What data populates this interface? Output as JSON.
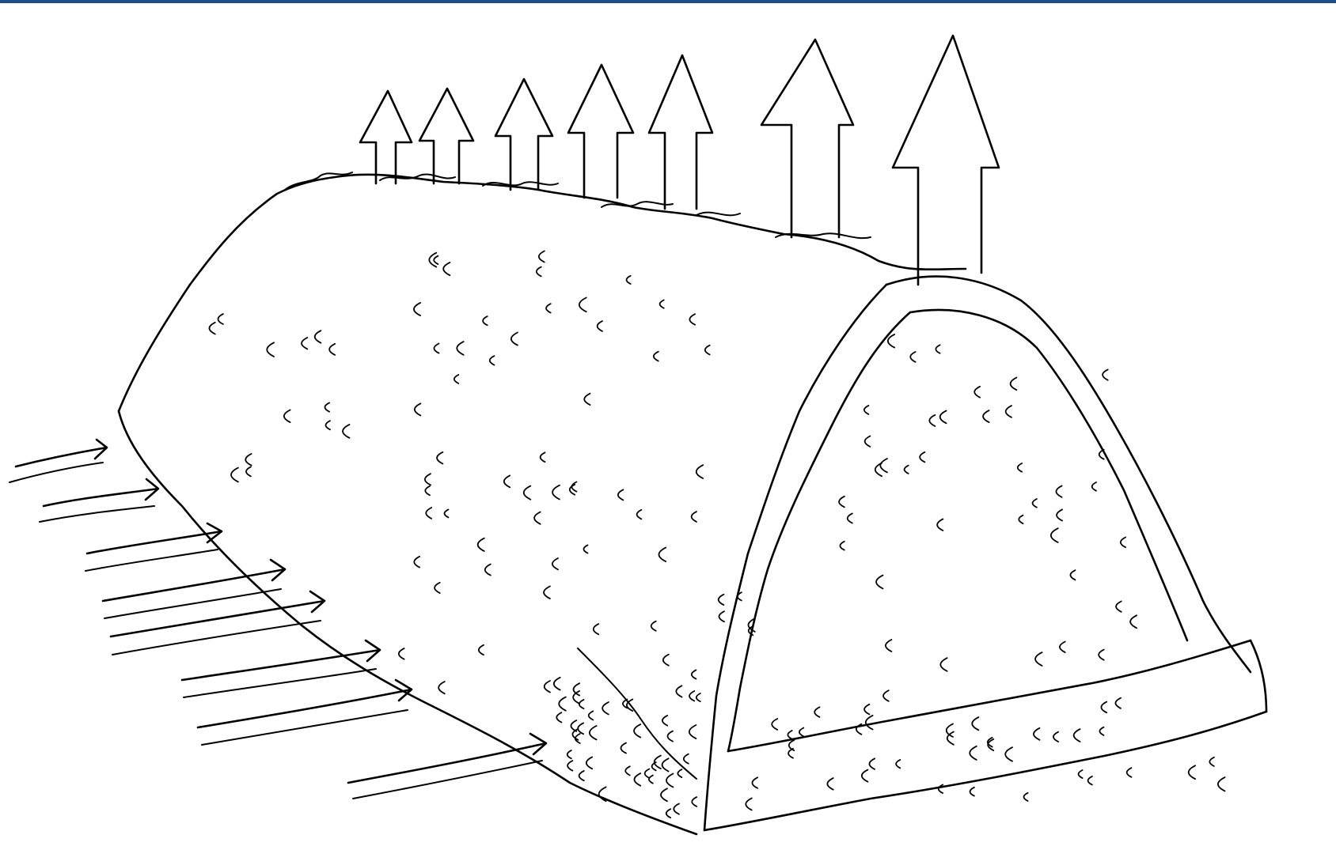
{
  "frame": {
    "top_band_color": "#1c4e8c",
    "background_color": "#ffffff",
    "ink_color": "#000000"
  },
  "illustration": {
    "subject": "compost-windrow-icon",
    "inflow_arrow_count": 8,
    "outflow_arrow_count": 7,
    "arrow_direction_in": "right",
    "arrow_direction_out": "up"
  }
}
